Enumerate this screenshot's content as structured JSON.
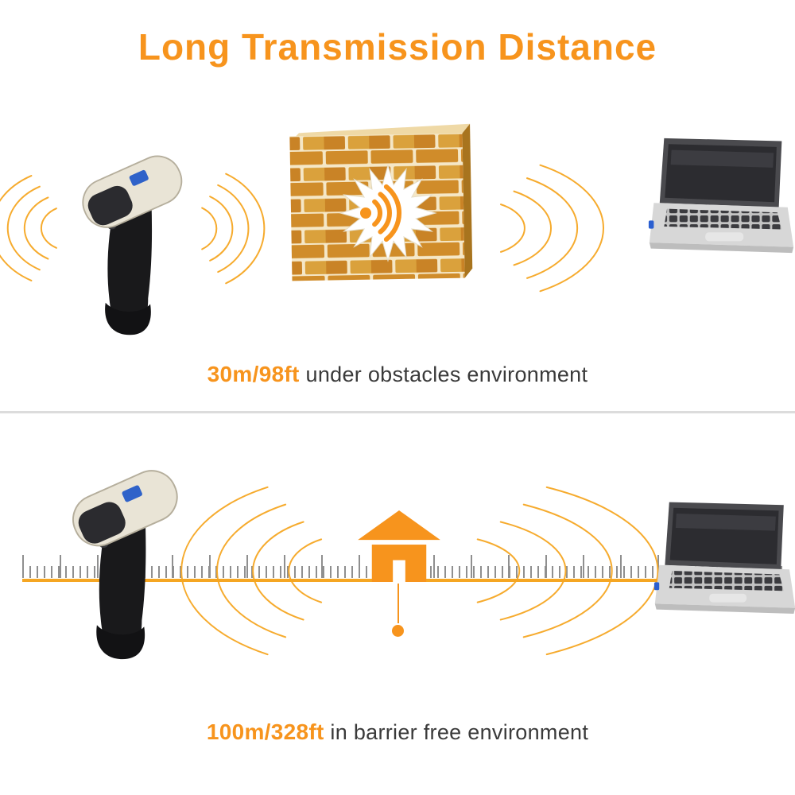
{
  "title": "Long Transmission Distance",
  "scenes": {
    "obstacle": {
      "distance": "30m/98ft",
      "caption": "under obstacles environment"
    },
    "barrier_free": {
      "distance": "100m/328ft",
      "caption": "in barrier free environment"
    }
  },
  "icons": {
    "scanner": "barcode-scanner",
    "laptop": "laptop",
    "wall": "brick-wall",
    "burst": "wifi-signal-burst",
    "house": "house",
    "ruler": "distance-ruler",
    "waves": "signal-waves"
  },
  "colors": {
    "accent_orange": "#F7941D",
    "wave_orange": "#F6A723",
    "caption_text": "#3A3A3A",
    "brick": "#D08C2A",
    "mortar": "#F5E7C6",
    "ruler_tick": "#8F8F8F",
    "ruler_line": "#F5A623",
    "divider": "#DCDCDC"
  }
}
